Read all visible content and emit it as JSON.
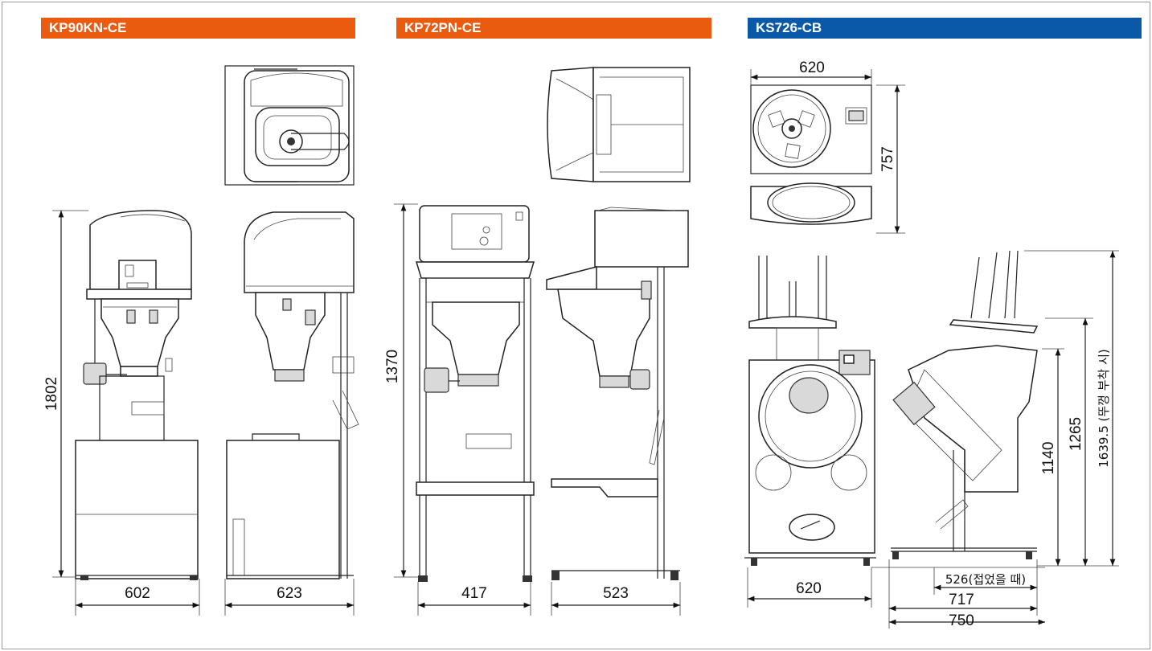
{
  "colors": {
    "kp90": "#ea5b10",
    "kp72": "#ea5b10",
    "ks726": "#0a59a8"
  },
  "models": {
    "kp90": {
      "name": "KP90KN-CE",
      "height": "1802",
      "front_width": "602",
      "side_depth": "623"
    },
    "kp72": {
      "name": "KP72PN-CE",
      "height": "1370",
      "front_width": "417",
      "side_depth": "523"
    },
    "ks726": {
      "name": "KS726-CB",
      "top_width": "620",
      "top_depth": "757",
      "front_width": "620",
      "folded_depth": "526(접었을 때)",
      "depth_a": "717",
      "depth_b": "750",
      "height_a": "1140",
      "height_b": "1265",
      "height_c": "1639.5 (뚜껑 부착 시)"
    }
  }
}
